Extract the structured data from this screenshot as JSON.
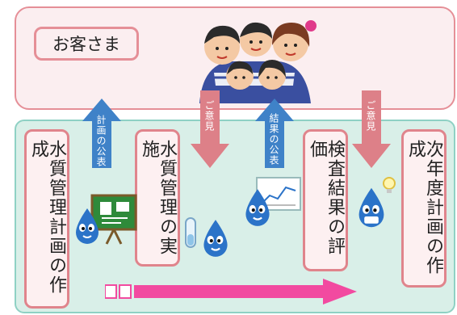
{
  "customer_panel": {
    "label": "お客さま"
  },
  "steps": [
    {
      "label": "水質管理計画の作成"
    },
    {
      "label": "水質管理の実施"
    },
    {
      "label": "検査結果の評価"
    },
    {
      "label": "次年度計画の作成"
    }
  ],
  "arrows": {
    "plan_publication": "計画の公表",
    "opinion_1": "ご意見",
    "result_publication": "結果の公表",
    "opinion_2": "ご意見"
  },
  "colors": {
    "customer_bg": "#fbeef0",
    "customer_border": "#e58f97",
    "process_bg": "#d9efe8",
    "up_arrow": "#3f82c8",
    "down_arrow": "#dd8088",
    "progress_arrow": "#f24aa0"
  },
  "icons": [
    "family-illustration-icon",
    "water-drop-mascot-icon",
    "whiteboard-icon",
    "test-tube-icon",
    "chart-board-icon",
    "light-bulb-icon"
  ]
}
